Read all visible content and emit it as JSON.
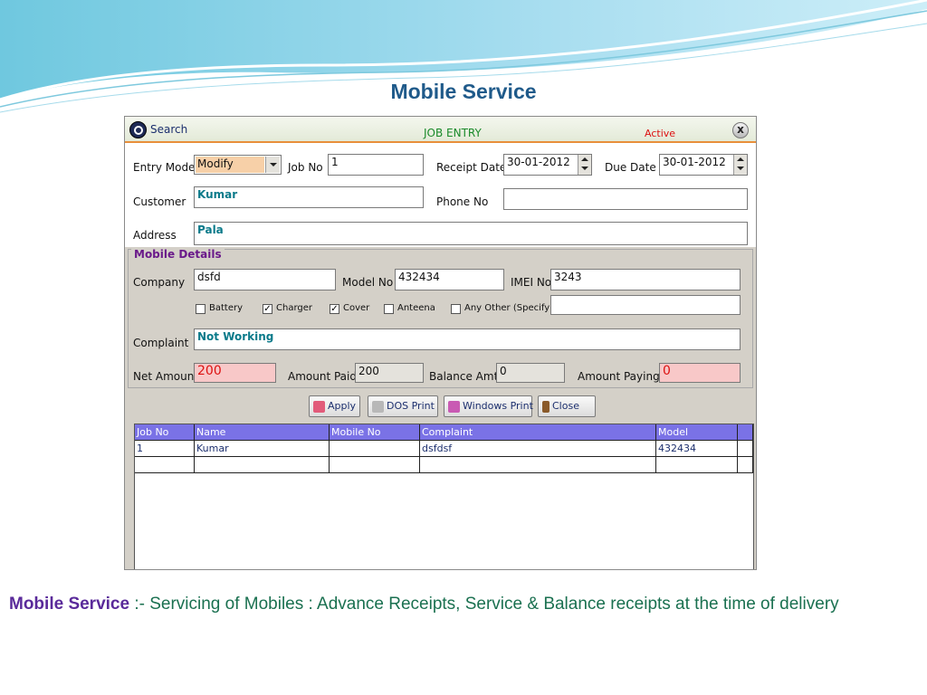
{
  "slide": {
    "title": "Mobile Service",
    "caption_bold": "Mobile Service",
    "caption_text": " :- Servicing of Mobiles : Advance Receipts, Service & Balance receipts at the time of delivery",
    "colors": {
      "title": "#1f5a8a",
      "caption": "#1a7050",
      "caption_bold": "#5a2a9a"
    }
  },
  "window": {
    "search_label": "Search",
    "heading": "JOB ENTRY",
    "status": "Active",
    "close_icon": "close-x-icon"
  },
  "form": {
    "entry_mode_label": "Entry Mode",
    "entry_mode_value": "Modify",
    "job_no_label": "Job No",
    "job_no_value": "1",
    "receipt_date_label": "Receipt Date",
    "receipt_date_value": "30-01-2012",
    "due_date_label": "Due Date",
    "due_date_value": "30-01-2012",
    "customer_label": "Customer",
    "customer_value": "Kumar",
    "phone_label": "Phone No",
    "phone_value": "",
    "address_label": "Address",
    "address_value": "Pala"
  },
  "mobile": {
    "group_title": "Mobile Details",
    "company_label": "Company",
    "company_value": "dsfd",
    "model_label": "Model No",
    "model_value": "432434",
    "imei_label": "IMEI No",
    "imei_value": "3243",
    "checks": [
      {
        "label": "Battery",
        "checked": false
      },
      {
        "label": "Charger",
        "checked": true
      },
      {
        "label": "Cover",
        "checked": true
      },
      {
        "label": "Anteena",
        "checked": false
      },
      {
        "label": "Any Other (Specify)",
        "checked": false
      }
    ],
    "other_value": "",
    "complaint_label": "Complaint",
    "complaint_value": "Not Working",
    "net_amount_label": "Net Amount",
    "net_amount_value": "200",
    "amount_paid_label": "Amount Paid",
    "amount_paid_value": "200",
    "balance_label": "Balance Amt",
    "balance_value": "0",
    "amount_paying_label": "Amount Paying",
    "amount_paying_value": "0"
  },
  "buttons": {
    "apply": "Apply",
    "dos_print": "DOS Print",
    "windows_print": "Windows Print",
    "close": "Close"
  },
  "grid": {
    "headers": [
      "Job No",
      "Name",
      "Mobile No",
      "Complaint",
      "Model",
      ""
    ],
    "rows": [
      [
        "1",
        "Kumar",
        "",
        "dsfdsf",
        "432434",
        ""
      ],
      [
        "",
        "",
        "",
        "",
        "",
        ""
      ]
    ]
  }
}
